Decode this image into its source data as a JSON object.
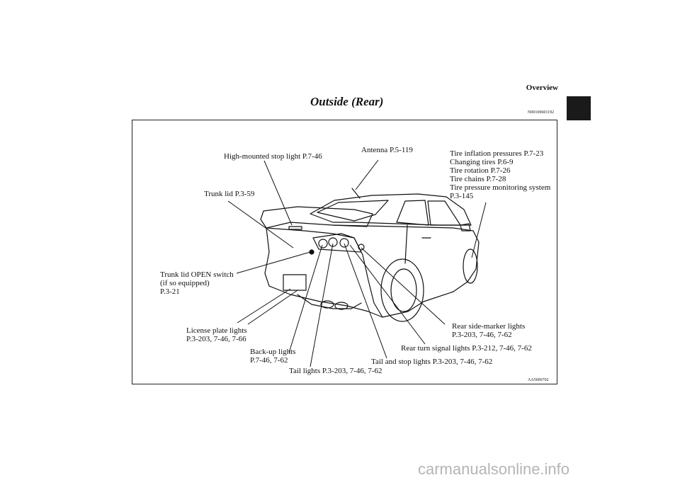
{
  "header": {
    "section": "Overview"
  },
  "title": "Outside (Rear)",
  "doc_code": "N00100601192",
  "figure": {
    "code": "AA5006702",
    "callouts": {
      "high_mounted_stop_light": "High-mounted stop light P.7-46",
      "antenna": "Antenna P.5-119",
      "tire_info": "Tire inflation pressures P.7-23\nChanging tires P.6-9\nTire rotation P.7-26\nTire chains P.7-28\nTire pressure monitoring system\nP.3-145",
      "trunk_lid": "Trunk lid P.3-59",
      "trunk_lid_open_switch": "Trunk lid OPEN switch\n(if so equipped)\nP.3-21",
      "license_plate_lights": "License plate lights\nP.3-203, 7-46, 7-66",
      "backup_lights": "Back-up lights\nP.7-46, 7-62",
      "tail_lights": "Tail lights P.3-203, 7-46, 7-62",
      "tail_and_stop_lights": "Tail and stop lights P.3-203, 7-46, 7-62",
      "rear_turn_signal_lights": "Rear turn signal lights P.3-212, 7-46, 7-62",
      "rear_side_marker_lights": "Rear side-marker lights\nP.3-203, 7-46, 7-62"
    }
  },
  "watermark": "carmanualsonline.info"
}
